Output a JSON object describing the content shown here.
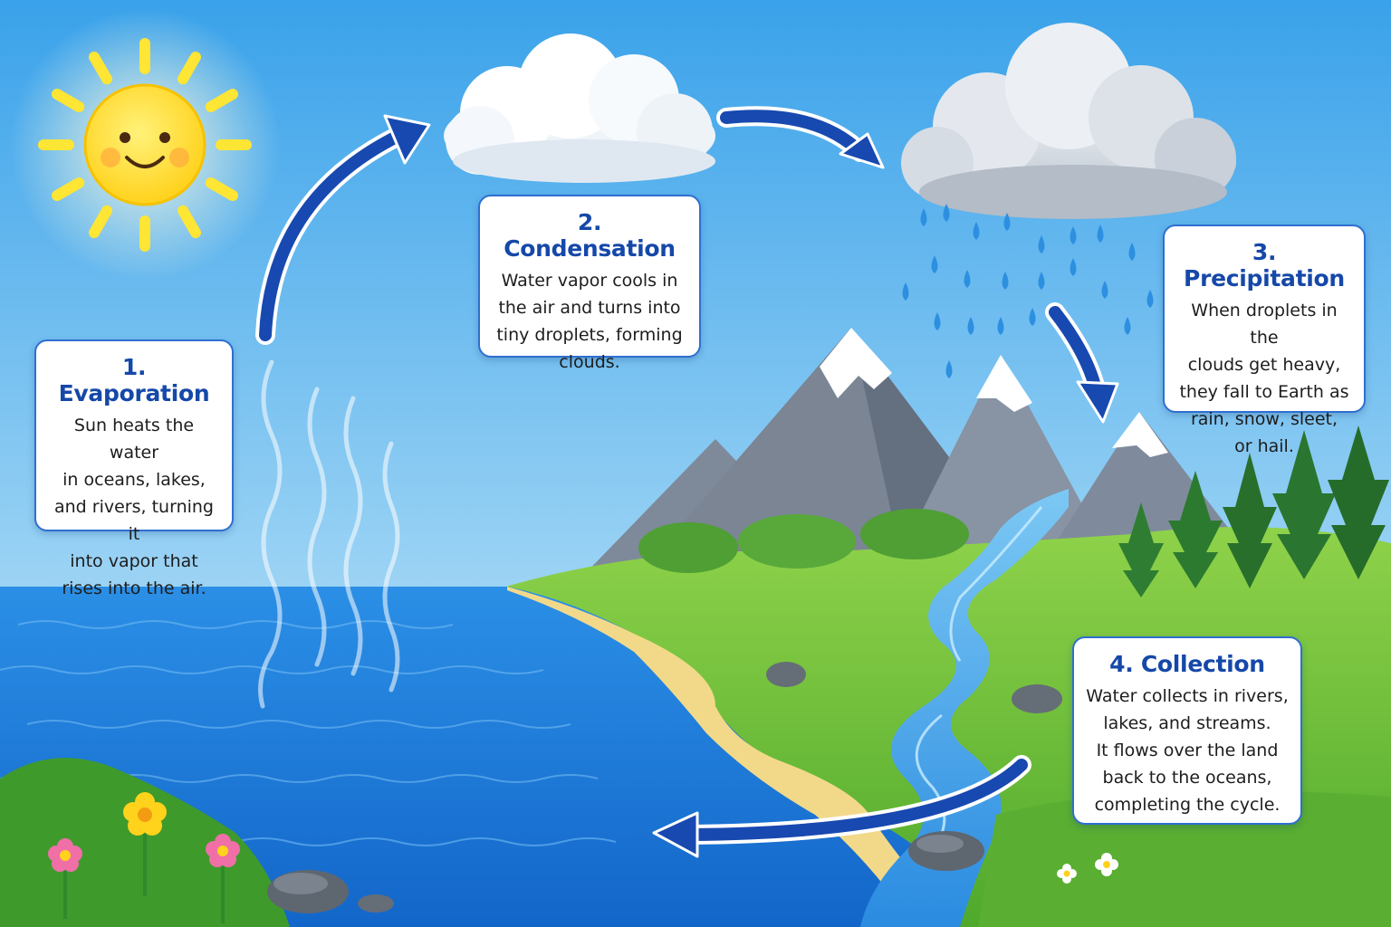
{
  "stages": [
    {
      "title": "1. Evaporation",
      "lines": [
        "Sun heats the water",
        "in oceans, lakes,",
        "and rivers, turning it",
        "into vapor that",
        "rises into the air."
      ]
    },
    {
      "title": "2. Condensation",
      "lines": [
        "Water vapor cools in",
        "the air and turns into",
        "tiny droplets, forming",
        "clouds."
      ]
    },
    {
      "title": "3. Precipitation",
      "lines": [
        "When droplets in the",
        "clouds get heavy,",
        "they fall to Earth as",
        "rain, snow, sleet,",
        "or hail."
      ]
    },
    {
      "title": "4. Collection",
      "lines": [
        "Water collects in rivers,",
        "lakes, and streams.",
        "It flows over the land",
        "back to the oceans,",
        "completing the cycle."
      ]
    }
  ],
  "colors": {
    "sky_top": "#3aa2ea",
    "sky_bottom": "#cfeafa",
    "ocean": "#1f86df",
    "grass": "#6cc13a",
    "arrow": "#1849b0",
    "mountain": "#7b8594",
    "snow": "#ffffff",
    "sun": "#ffe534",
    "raindrop": "#2d8fe0",
    "box_border": "#2f6fd0",
    "title": "#1548a8"
  },
  "icons": [
    "sun-icon",
    "cloud-icon",
    "rain-cloud-icon",
    "raindrop-icon",
    "mountain-icon",
    "tree-icon",
    "flower-icon",
    "rock-icon",
    "arrow-icon"
  ]
}
